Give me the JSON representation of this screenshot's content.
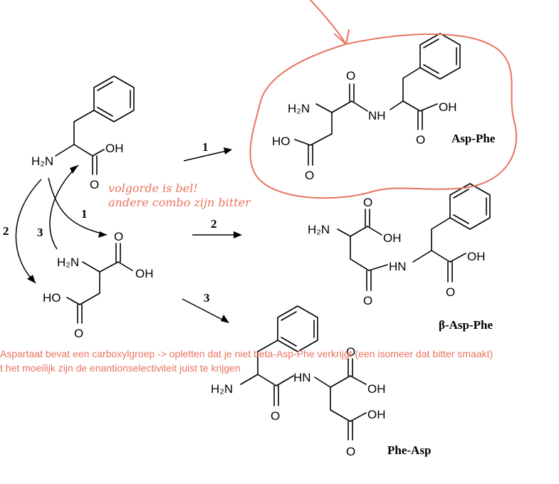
{
  "atoms": {
    "h2n": "H₂N",
    "oh": "OH",
    "ho": "HO",
    "o": "O",
    "nh": "NH",
    "hn": "HN"
  },
  "arrows": [
    "1",
    "2",
    "3",
    "1",
    "2",
    "3"
  ],
  "products": {
    "asp_phe": "Asp-Phe",
    "beta_asp_phe": "β-Asp-Phe",
    "phe_asp": "Phe-Asp"
  },
  "handwriting": {
    "line1": "volgorde is bel!",
    "line2": "andere combo zijn bitter"
  },
  "notes": {
    "line1": "Aspartaat bevat een carboxylgroep -> opletten dat je niet beta-Asp-Phe verkrijgt (een isomeer dat bitter smaakt)",
    "line2": "t het moeilijk zijn de enantionselectiviteit juist te krijgen"
  },
  "colors": {
    "annotation": "#e8735f",
    "ink": "#000000"
  }
}
